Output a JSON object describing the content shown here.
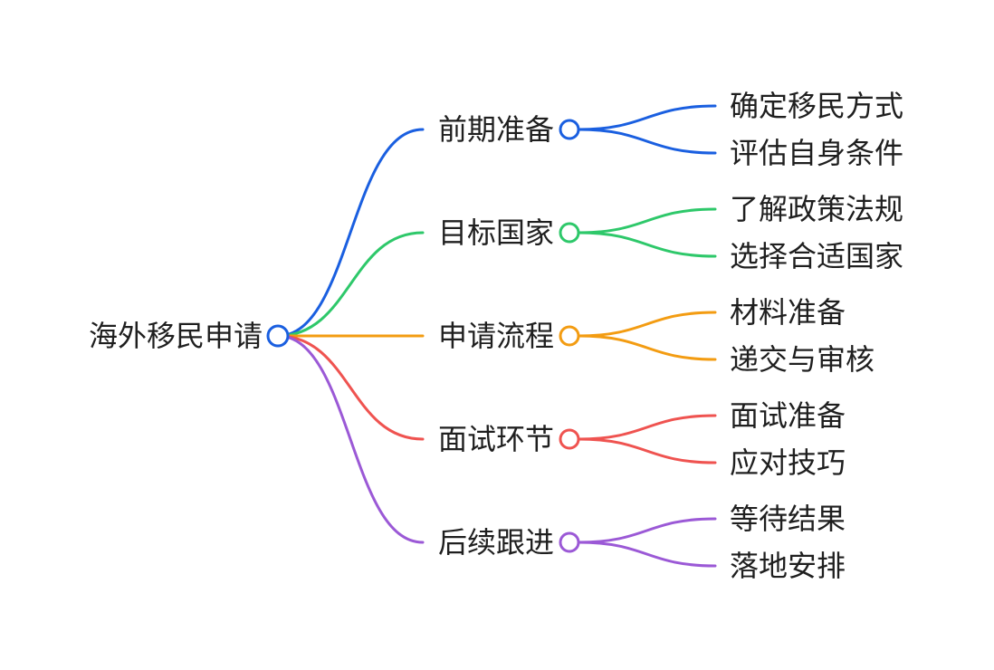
{
  "mindmap": {
    "root": {
      "label": "海外移民申请",
      "color": "#1a5fe0"
    },
    "branches": [
      {
        "label": "前期准备",
        "color": "#1a5fe0",
        "children": [
          "确定移民方式",
          "评估自身条件"
        ]
      },
      {
        "label": "目标国家",
        "color": "#2ec86a",
        "children": [
          "了解政策法规",
          "选择合适国家"
        ]
      },
      {
        "label": "申请流程",
        "color": "#f39c12",
        "children": [
          "材料准备",
          "递交与审核"
        ]
      },
      {
        "label": "面试环节",
        "color": "#ef5350",
        "children": [
          "面试准备",
          "应对技巧"
        ]
      },
      {
        "label": "后续跟进",
        "color": "#9b59d6",
        "children": [
          "等待结果",
          "落地安排"
        ]
      }
    ]
  }
}
